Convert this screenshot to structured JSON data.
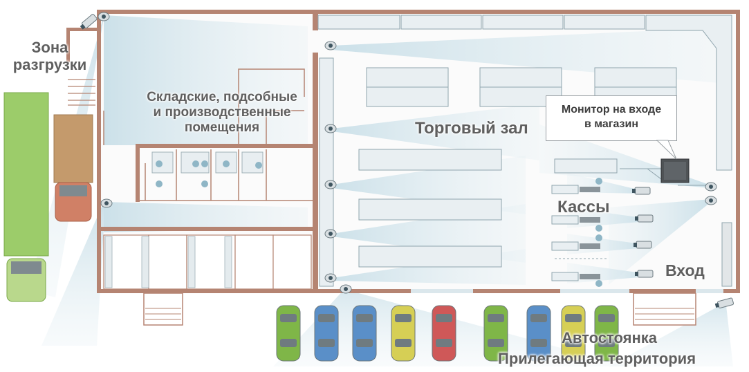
{
  "labels": {
    "unloading_zone": "Зона\nразгрузки",
    "storage_rooms": "Складские, подсобные\nи производственные\nпомещения",
    "sales_floor": "Торговый зал",
    "monitor_callout": "Монитор на входе\nв магазин",
    "checkouts": "Кассы",
    "entrance": "Вход",
    "parking": "Автостоянка",
    "adjacent_territory": "Прилегающая территория"
  },
  "parking_car_colors": [
    "#7fb648",
    "#5a8fc8",
    "#5a8fc8",
    "#d6cf55",
    "#cf5858",
    "#7fb648",
    "#5a8fc8",
    "#d6cf55",
    "#7fb648"
  ],
  "colors": {
    "wall": "#b58472",
    "camera_coverage": "#d8e8ee",
    "fixture_fill": "#e9eff2",
    "fixture_stroke": "#8fa4ad",
    "label_text": "#5f5f5f"
  }
}
